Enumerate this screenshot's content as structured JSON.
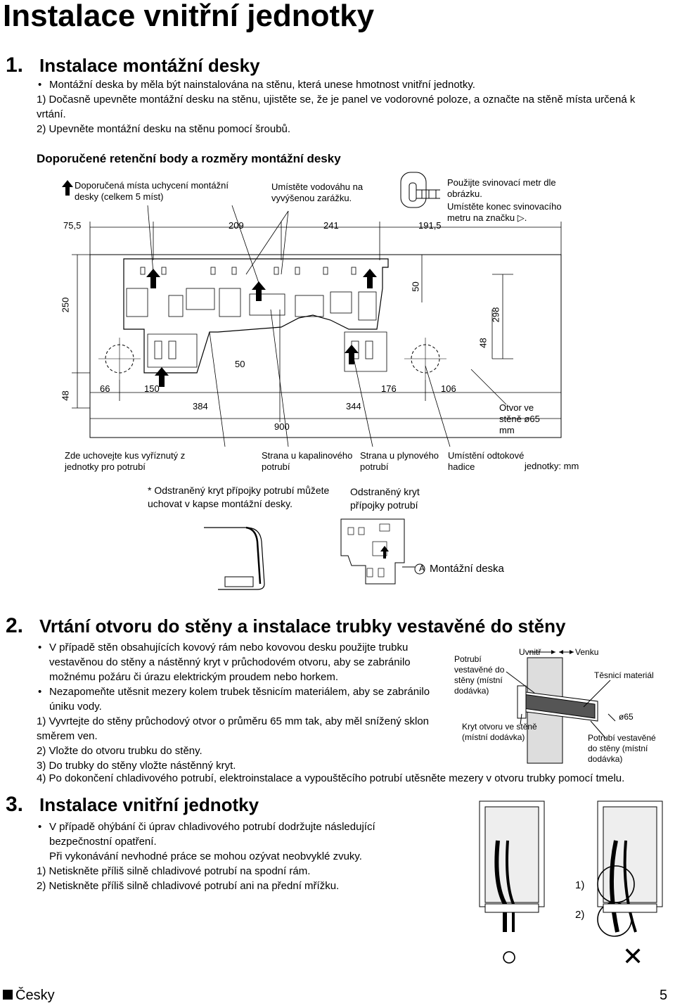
{
  "page_title": "Instalace vnitřní jednotky",
  "s1": {
    "num": "1.",
    "heading": "Instalace montážní desky",
    "bullet1": "Montážní deska by měla být nainstalována na stěnu, která unese hmotnost vnitřní jednotky.",
    "step1": "1) Dočasně upevněte montážní desku na stěnu, ujistěte se, že je panel ve vodorovné poloze, a označte na stěně místa určená k vrtání.",
    "step2": "2) Upevněte montážní desku na stěnu pomocí šroubů.",
    "diagram_title": "Doporučené retenční body a rozměry montážní desky"
  },
  "diagram": {
    "label_points": "Doporučená místa uchycení montážní desky (celkem 5 míst)",
    "label_level": "Umístěte vodováhu na vyvýšenou zarážku.",
    "label_tape1": "Použijte svinovací metr dle obrázku.",
    "label_tape2": "Umístěte konec svinovacího metru na značku",
    "tape_mark": "▷.",
    "dims": {
      "d755": "75,5",
      "d209": "209",
      "d241": "241",
      "d1915": "191,5",
      "d250": "250",
      "d50v": "50",
      "d298": "298",
      "d48r": "48",
      "d50h": "50",
      "d48l": "48",
      "d66": "66",
      "d150": "150",
      "d384": "384",
      "d344": "344",
      "d176": "176",
      "d106": "106",
      "d900": "900"
    },
    "label_hole": "Otvor ve stěně ø65 mm",
    "label_left_pipe": "Zde uchovejte kus vyříznutý z jednotky pro potrubí",
    "label_liquid": "Strana u kapalinového potrubí",
    "label_gas": "Strana u plynového potrubí",
    "label_drain": "Umístění odtokové hadice",
    "units": "jednotky: mm",
    "note_cover": "* Odstraněný kryt přípojky potrubí můžete uchovat v kapse montážní desky.",
    "label_removed": "Odstraněný kryt přípojky potrubí",
    "label_a_letter": "A",
    "label_a": "Montážní deska"
  },
  "s2": {
    "num": "2.",
    "heading": "Vrtání otvoru do stěny a instalace trubky vestavěné do stěny",
    "bullet1": "V případě stěn obsahujících kovový rám nebo kovovou desku použijte trubku vestavěnou do stěny a nástěnný kryt v průchodovém otvoru, aby se zabránilo možnému požáru či úrazu elektrickým proudem nebo horkem.",
    "bullet2": "Nezapomeňte utěsnit mezery kolem trubek těsnicím materiálem, aby se zabránilo úniku vody.",
    "step1": "1) Vyvrtejte do stěny průchodový otvor o průměru 65 mm tak, aby měl snížený sklon směrem ven.",
    "step2": "2) Vložte do otvoru trubku do stěny.",
    "step3": "3) Do trubky do stěny vložte nástěnný kryt.",
    "step4": "4) Po dokončení chladivového potrubí, elektroinstalace a vypouštěcího potrubí utěsněte mezery v otvoru trubky pomocí tmelu.",
    "fig": {
      "inside": "Uvnitř",
      "outside": "Venku",
      "pipe_wall": "Potrubí vestavěné do stěny (místní dodávka)",
      "sealant": "Těsnicí materiál",
      "diam": "ø65",
      "cover": "Kryt otvoru ve stěně (místní dodávka)",
      "pipe_wall2": "Potrubí vestavěné do stěny (místní dodávka)"
    }
  },
  "s3": {
    "num": "3.",
    "heading": "Instalace vnitřní jednotky",
    "bullet1a": "V případě ohýbání či úprav chladivového potrubí dodržujte následující bezpečnostní opatření.",
    "bullet1b": "Při vykonávání nevhodné práce se mohou ozývat neobvyklé zvuky.",
    "step1": "1) Netiskněte příliš silně chladivové potrubí na spodní rám.",
    "step2": "2) Netiskněte příliš silně chladivové potrubí ani na přední mřížku.",
    "fig_label1": "1)",
    "fig_label2": "2)",
    "ok_mark": "○",
    "ng_mark": "✕"
  },
  "footer": {
    "language": "Česky",
    "page_number": "5"
  }
}
